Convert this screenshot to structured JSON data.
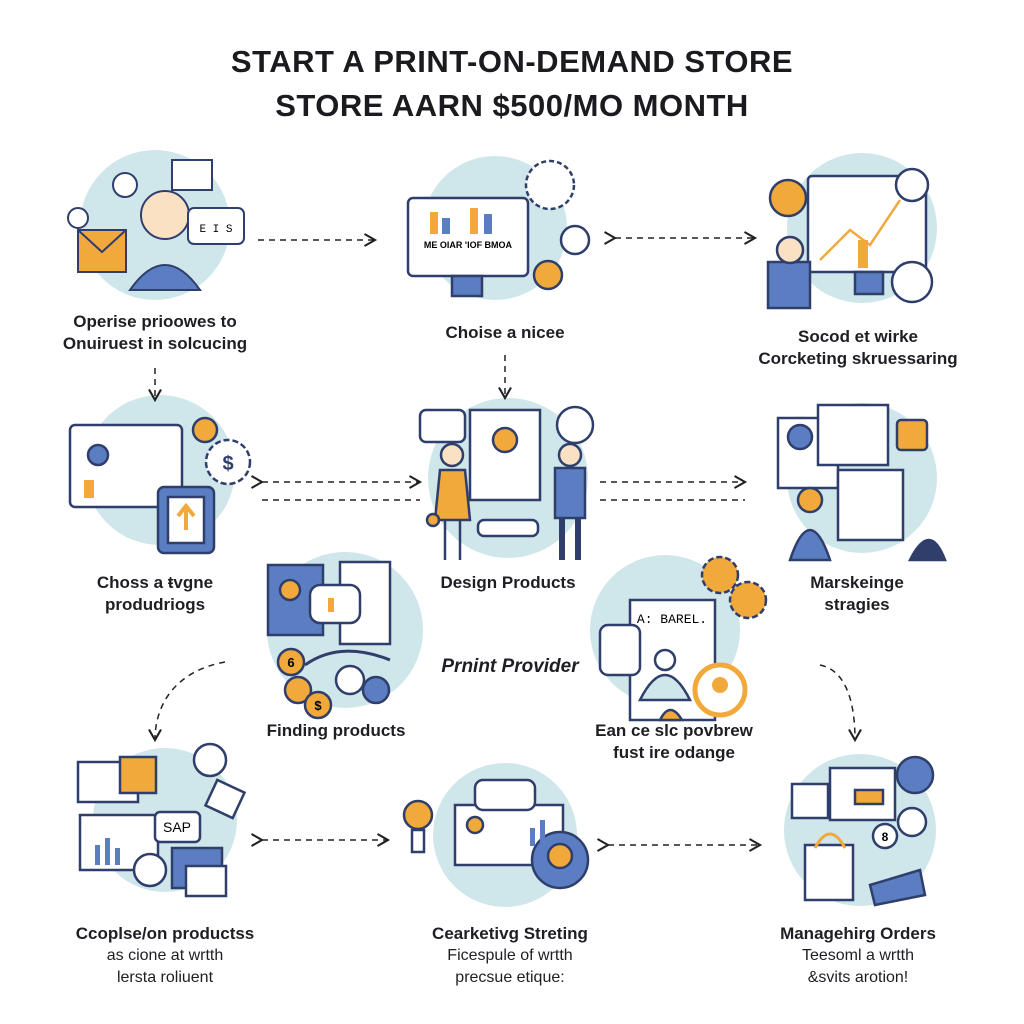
{
  "title": {
    "line1": "START A PRINT-ON-DEMAND STORE",
    "line2": "STORE AARN $500/MO MONTH"
  },
  "colors": {
    "circle": "#cfe6ea",
    "navy": "#2f3e6b",
    "blue": "#5b7ec2",
    "orange": "#f2a93b",
    "ink": "#1e1e24"
  },
  "steps": [
    {
      "id": "research",
      "lines": [
        "Operise prioowes to",
        "Onuiruest in solcucing"
      ]
    },
    {
      "id": "niche",
      "lines": [
        "Choise a nicee"
      ]
    },
    {
      "id": "social",
      "lines": [
        "Socod et wirke",
        "Corcketing skruessaring"
      ]
    },
    {
      "id": "choose",
      "lines": [
        "Choss a ŧvgne",
        "produdriogs"
      ]
    },
    {
      "id": "design",
      "lines": [
        "Design Products"
      ]
    },
    {
      "id": "marketing",
      "lines": [
        "Marskeinge",
        "stragies"
      ]
    },
    {
      "id": "finding",
      "lines": [
        "Finding products"
      ]
    },
    {
      "id": "provider",
      "lines": [
        "Prnint Provider"
      ]
    },
    {
      "id": "earn",
      "lines": [
        "Ean ce slc povbrew",
        "fust ire odange"
      ]
    },
    {
      "id": "compare",
      "lines": [
        "Ccoplse/on productss",
        "as cione at wrtth",
        "lersta roliuent"
      ]
    },
    {
      "id": "strategy",
      "lines": [
        "Cearketivg Streting",
        "Ficespule of wrtth",
        "precsue etique:"
      ]
    },
    {
      "id": "orders",
      "lines": [
        "Managehirg Orders",
        "Teesoml a wrtth",
        "&svits arotion!"
      ]
    }
  ],
  "icon_text": {
    "screen_caption": "ME OIAR 'IOF BMOA",
    "sign": "A: BAREL.",
    "speech": "SAP",
    "chat": "E I S",
    "dollar": "$",
    "coin": "$",
    "num6": "6",
    "num8": "8"
  }
}
